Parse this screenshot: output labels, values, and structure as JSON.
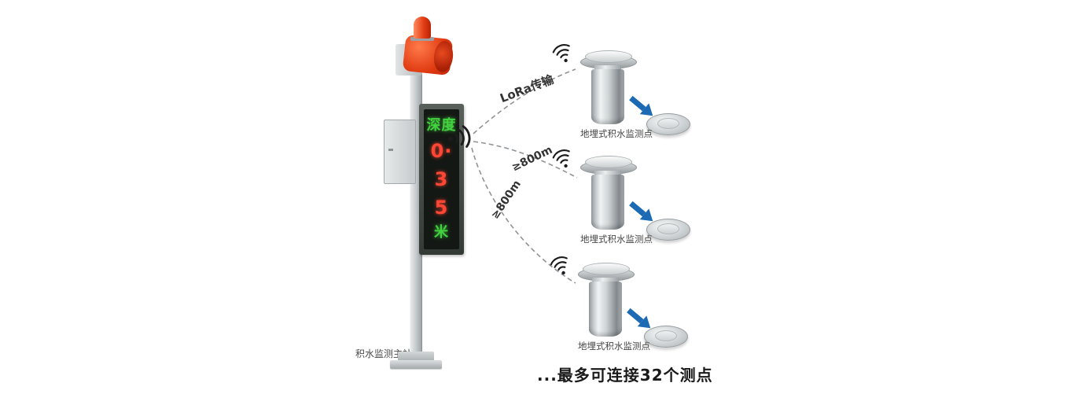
{
  "station": {
    "label": "积水监测主站",
    "display_rows": [
      {
        "text": "深度",
        "color": "#43d23f"
      },
      {
        "text": "0·",
        "color": "#ff4634"
      },
      {
        "text": "3",
        "color": "#ff4634"
      },
      {
        "text": "5",
        "color": "#ff4634"
      },
      {
        "text": "米",
        "color": "#43d23f"
      }
    ]
  },
  "links": [
    {
      "label": "LoRa传输"
    },
    {
      "label": "≥800m"
    },
    {
      "label": "≥800m"
    }
  ],
  "sensors": [
    {
      "label": "地埋式积水监测点"
    },
    {
      "label": "地埋式积水监测点"
    },
    {
      "label": "地埋式积水监测点"
    }
  ],
  "footer": {
    "caption": "...最多可连接32个测点"
  },
  "icons": {
    "emitter": "signal-waves-icon",
    "sensor": "wifi-icon",
    "pointer": "arrow-down-right-icon"
  },
  "colors": {
    "led_green": "#43d23f",
    "led_red": "#ff4634",
    "alarm_red": "#e13c12",
    "arrow_blue": "#1d6ab4",
    "steel_gray": "#c6cbcd",
    "dash_gray": "#8f9397"
  }
}
